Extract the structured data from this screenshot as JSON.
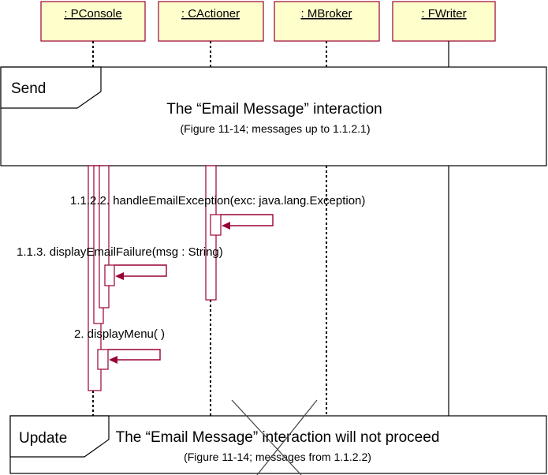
{
  "lifelines": [
    {
      "id": "pconsole",
      "label": ": PConsole"
    },
    {
      "id": "cactioner",
      "label": ": CActioner"
    },
    {
      "id": "mbroker",
      "label": ": MBroker"
    },
    {
      "id": "fwriter",
      "label": ": FWriter"
    }
  ],
  "frames": {
    "send": {
      "label": "Send",
      "title": "The “Email Message” interaction",
      "subtitle": "(Figure 11-14; messages up to 1.1.2.1)"
    },
    "update": {
      "label": "Update",
      "title": "The “Email Message” interaction will not proceed",
      "subtitle": "(Figure 11-14; messages from 1.1.2.2)"
    }
  },
  "messages": [
    {
      "id": "m1",
      "label": "1.1.2.2. handleEmailException(exc: java.lang.Exception)"
    },
    {
      "id": "m2",
      "label": "1.1.3. displayEmailFailure(msg : String)"
    },
    {
      "id": "m3",
      "label": "2. displayMenu( )"
    }
  ],
  "colors": {
    "lifeline_fill": "#ffffcc",
    "accent": "#990033"
  }
}
